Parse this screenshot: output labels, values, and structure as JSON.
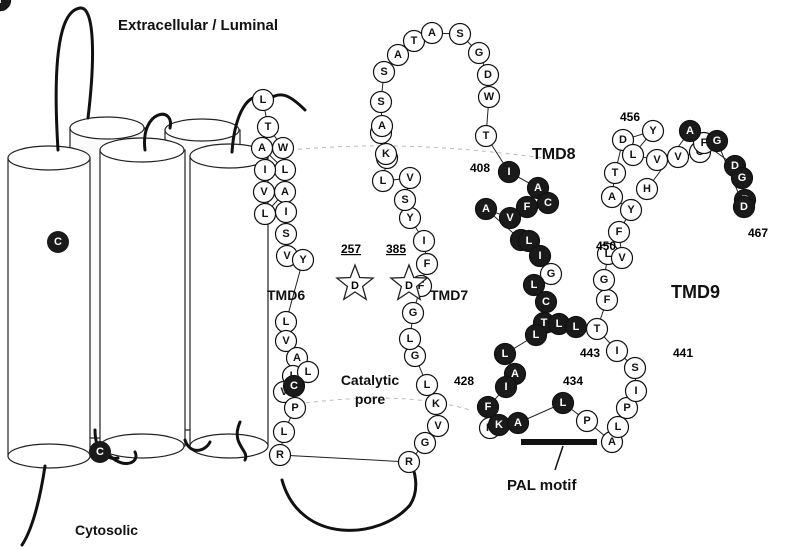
{
  "labels": {
    "extracellular": "Extracellular / Luminal",
    "cytosolic": "Cytosolic",
    "tmd6": "TMD6",
    "tmd7": "TMD7",
    "tmd8": "TMD8",
    "tmd9": "TMD9",
    "catalytic_line1": "Catalytic",
    "catalytic_line2": "pore",
    "pal_motif": "PAL motif",
    "n257": "257",
    "n385": "385",
    "n408": "408",
    "n428": "428",
    "n434": "434",
    "n443": "443",
    "n441": "441",
    "n450": "450",
    "n456": "456",
    "n467": "467"
  },
  "helix_c_label": "C",
  "colors": {
    "dark_residue": "#1a1a1a",
    "light_residue": "#ffffff",
    "stroke": "#111111"
  },
  "residues": [
    {
      "l": "L",
      "d": false
    },
    {
      "l": "T",
      "d": false
    },
    {
      "l": "W",
      "d": false
    },
    {
      "l": "A",
      "d": false
    },
    {
      "l": "L",
      "d": false
    },
    {
      "l": "I",
      "d": false
    },
    {
      "l": "V",
      "d": false
    },
    {
      "l": "A",
      "d": false
    },
    {
      "l": "L",
      "d": false
    },
    {
      "l": "I",
      "d": false
    },
    {
      "l": "S",
      "d": false
    },
    {
      "l": "V",
      "d": false
    },
    {
      "l": "Y",
      "d": false
    },
    {
      "l": "L",
      "d": false
    },
    {
      "l": "V",
      "d": false
    },
    {
      "l": "A",
      "d": false
    },
    {
      "l": "L",
      "d": false
    },
    {
      "l": "V",
      "d": false
    },
    {
      "l": "L",
      "d": false
    },
    {
      "l": "C",
      "d": true
    },
    {
      "l": "P",
      "d": false
    },
    {
      "l": "L",
      "d": false
    },
    {
      "l": "R",
      "d": false
    },
    {
      "l": "R",
      "d": false
    },
    {
      "l": "G",
      "d": false
    },
    {
      "l": "V",
      "d": false
    },
    {
      "l": "K",
      "d": false
    },
    {
      "l": "L",
      "d": false
    },
    {
      "l": "G",
      "d": false
    },
    {
      "l": "L",
      "d": false
    },
    {
      "l": "G",
      "d": false
    },
    {
      "l": "F",
      "d": false
    },
    {
      "l": "F",
      "d": false
    },
    {
      "l": "I",
      "d": false
    },
    {
      "l": "Y",
      "d": false
    },
    {
      "l": "S",
      "d": false
    },
    {
      "l": "V",
      "d": false
    },
    {
      "l": "L",
      "d": false
    },
    {
      "l": "V",
      "d": false
    },
    {
      "l": "G",
      "d": false
    },
    {
      "l": "K",
      "d": false
    },
    {
      "l": "A",
      "d": false
    },
    {
      "l": "S",
      "d": false
    },
    {
      "l": "S",
      "d": false
    },
    {
      "l": "A",
      "d": false
    },
    {
      "l": "T",
      "d": false
    },
    {
      "l": "A",
      "d": false
    },
    {
      "l": "S",
      "d": false
    },
    {
      "l": "G",
      "d": false
    },
    {
      "l": "D",
      "d": false
    },
    {
      "l": "W",
      "d": false
    },
    {
      "l": "T",
      "d": false
    },
    {
      "l": "I",
      "d": true
    },
    {
      "l": "A",
      "d": true
    },
    {
      "l": "C",
      "d": true
    },
    {
      "l": "F",
      "d": true
    },
    {
      "l": "V",
      "d": true
    },
    {
      "l": "A",
      "d": true
    },
    {
      "l": "I",
      "d": true
    },
    {
      "l": "L",
      "d": true
    },
    {
      "l": "I",
      "d": true
    },
    {
      "l": "G",
      "d": false
    },
    {
      "l": "L",
      "d": true
    },
    {
      "l": "C",
      "d": true
    },
    {
      "l": "T",
      "d": true
    },
    {
      "l": "L",
      "d": true
    },
    {
      "l": "L",
      "d": true
    },
    {
      "l": "L",
      "d": true
    },
    {
      "l": "L",
      "d": true
    },
    {
      "l": "A",
      "d": true
    },
    {
      "l": "I",
      "d": true
    },
    {
      "l": "F",
      "d": true
    },
    {
      "l": "K",
      "d": false
    },
    {
      "l": "K",
      "d": true
    },
    {
      "l": "A",
      "d": true
    },
    {
      "l": "L",
      "d": true
    },
    {
      "l": "P",
      "d": false
    },
    {
      "l": "A",
      "d": false
    },
    {
      "l": "L",
      "d": false
    },
    {
      "l": "P",
      "d": false
    },
    {
      "l": "I",
      "d": false
    },
    {
      "l": "S",
      "d": false
    },
    {
      "l": "I",
      "d": false
    },
    {
      "l": "T",
      "d": false
    },
    {
      "l": "F",
      "d": false
    },
    {
      "l": "G",
      "d": false
    },
    {
      "l": "L",
      "d": false
    },
    {
      "l": "V",
      "d": false
    },
    {
      "l": "F",
      "d": false
    },
    {
      "l": "Y",
      "d": false
    },
    {
      "l": "A",
      "d": false
    },
    {
      "l": "T",
      "d": false
    },
    {
      "l": "D",
      "d": false
    },
    {
      "l": "Y",
      "d": false
    },
    {
      "l": "L",
      "d": false
    },
    {
      "l": "V",
      "d": false
    },
    {
      "l": "V",
      "d": false
    },
    {
      "l": "G",
      "d": false
    },
    {
      "l": "F",
      "d": false
    },
    {
      "l": "D",
      "d": true
    },
    {
      "l": "G",
      "d": true
    },
    {
      "l": "P",
      "d": true
    },
    {
      "l": "D",
      "d": true
    },
    {
      "l": "G",
      "d": true
    },
    {
      "l": "A",
      "d": true
    },
    {
      "l": "H",
      "d": false
    },
    {
      "l": "G",
      "d": false
    },
    {
      "l": "A",
      "d": true
    },
    {
      "l": "G",
      "d": true
    },
    {
      "l": "I",
      "d": true
    }
  ],
  "star_residues": [
    "D",
    "D"
  ]
}
